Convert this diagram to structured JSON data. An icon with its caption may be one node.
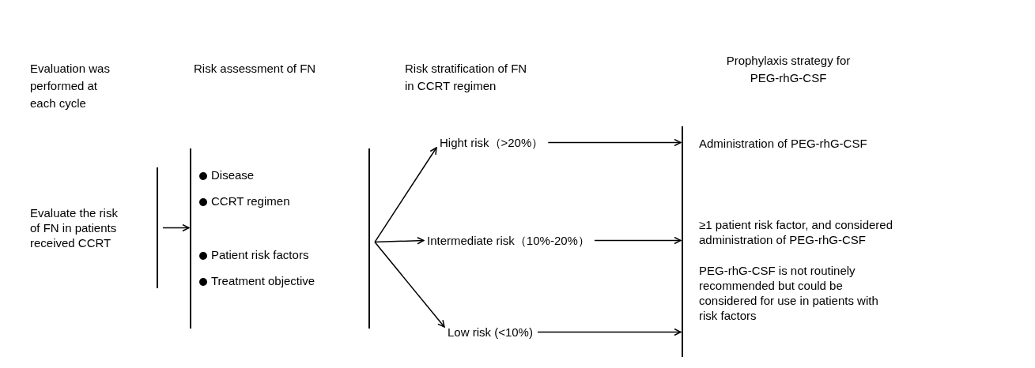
{
  "diagram": {
    "nodes": [
      {
        "text": [
          "Evaluate the risk of FN in patients received CCRT"
        ]
      },
      {
        "text": [
          "Disease",
          "CCRT regimen",
          "Patient risk factors",
          "Treatment objective"
        ]
      },
      {
        "text": [
          "Hight risk（>20%）"
        ]
      },
      {
        "text": [
          "Intermediate risk（10%-20%）"
        ]
      },
      {
        "text": [
          "Low risk (<10%)"
        ]
      },
      {
        "text": [],
        "shape": "bar"
      },
      {
        "text": [
          "Administration of PEG-rhG-CSF"
        ],
        "in": 5
      },
      {
        "text": [
          "≥1 patient risk factor, and considered administration of PEG-rhG-CSF"
        ],
        "in": 5
      },
      {
        "text": [
          "PEG-rhG-CSF is not routinely recommended but could be considered for use in patients with risk factors"
        ],
        "in": 5
      }
    ],
    "edges": [
      {
        "from": 0,
        "to": 1,
        "arrow": "to"
      },
      {
        "from": 1,
        "to": 2,
        "arrow": "to"
      },
      {
        "from": 1,
        "to": 3,
        "arrow": "to"
      },
      {
        "from": 1,
        "to": 4,
        "arrow": "to"
      },
      {
        "from": 2,
        "to": 5,
        "arrow": "to"
      },
      {
        "from": 3,
        "to": 5,
        "arrow": "to"
      },
      {
        "from": 4,
        "to": 5,
        "arrow": "to"
      }
    ],
    "labels": [
      "Evaluation was performed at each cycle",
      "Risk assessment of FN",
      "Risk stratification of FN in CCRT regimen",
      "Prophylaxis strategy for PEG-rhG-CSF"
    ]
  }
}
